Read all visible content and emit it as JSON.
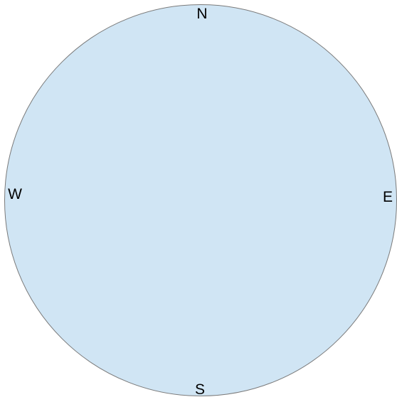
{
  "compass": {
    "labels": {
      "north": "N",
      "east": "E",
      "south": "S",
      "west": "W"
    },
    "fill_color": "#d0e5f4",
    "stroke_color": "#7a7a7a"
  }
}
